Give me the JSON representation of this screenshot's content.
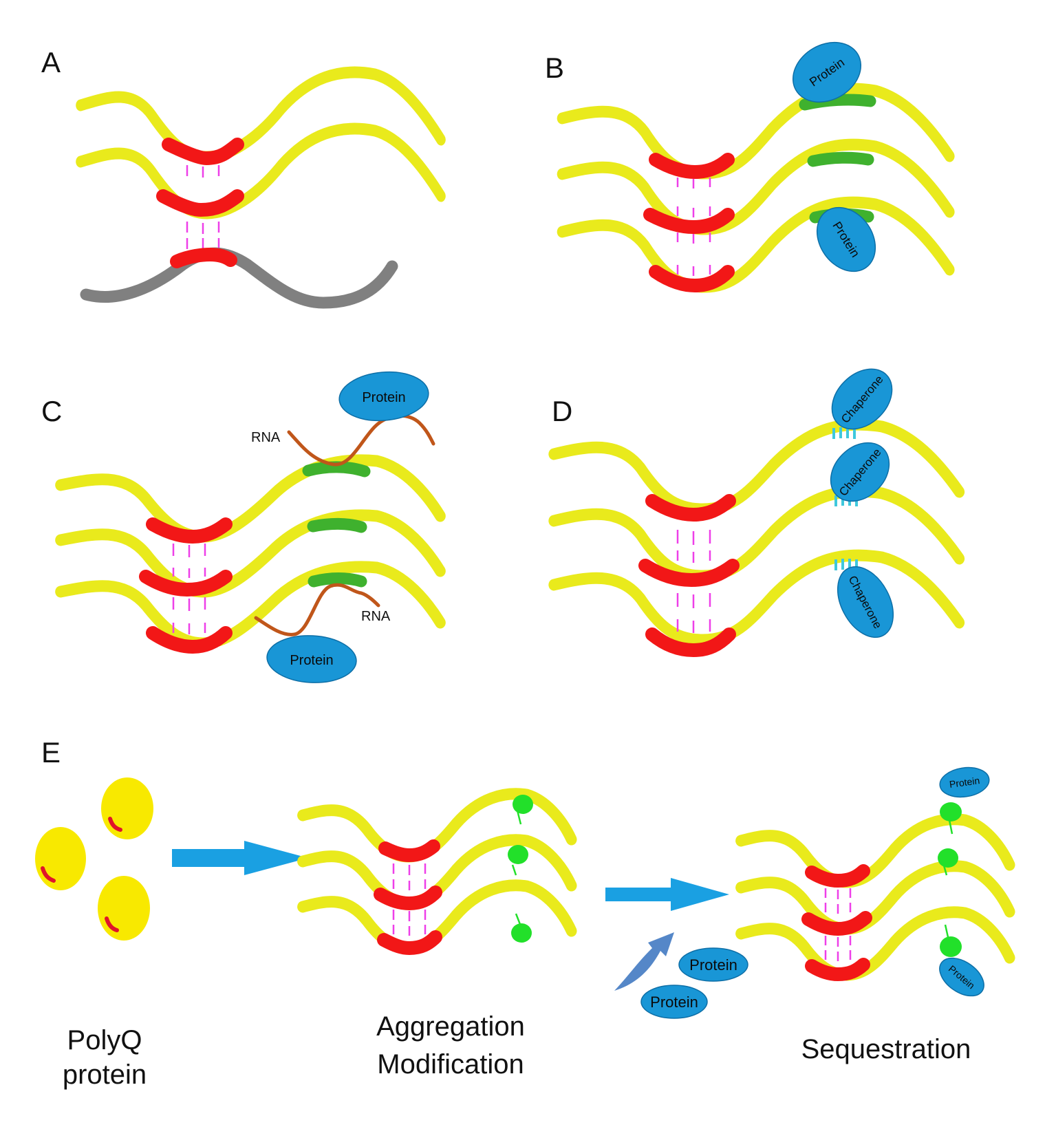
{
  "panels": {
    "a": {
      "label": "A"
    },
    "b": {
      "label": "B",
      "protein_top": "Protein",
      "protein_bottom": "Protein"
    },
    "c": {
      "label": "C",
      "protein_top": "Protein",
      "protein_bottom": "Protein",
      "rna_top": "RNA",
      "rna_bottom": "RNA"
    },
    "d": {
      "label": "D",
      "chaperone_top": "Chaperone",
      "chaperone_mid": "Chaperone",
      "chaperone_bottom": "Chaperone"
    },
    "e": {
      "label": "E",
      "caption_polyq_line1": "PolyQ",
      "caption_polyq_line2": "protein",
      "caption_aggregation": "Aggregation",
      "caption_modification": "Modification",
      "caption_sequestration": "Sequestration",
      "free_protein_1": "Protein",
      "free_protein_2": "Protein",
      "seq_protein_top": "Protein",
      "seq_protein_bottom": "Protein"
    }
  },
  "colors": {
    "strand": "#e9ea1c",
    "polyq_segment": "#f21717",
    "binding_domain": "#3fb12e",
    "hydrogen_bonds": "#ee3fe8",
    "protein": "#1996d6",
    "rna": "#c0561a",
    "modification": "#22e02a",
    "arrow": "#1aa0e2",
    "gray_strand": "#808080"
  }
}
